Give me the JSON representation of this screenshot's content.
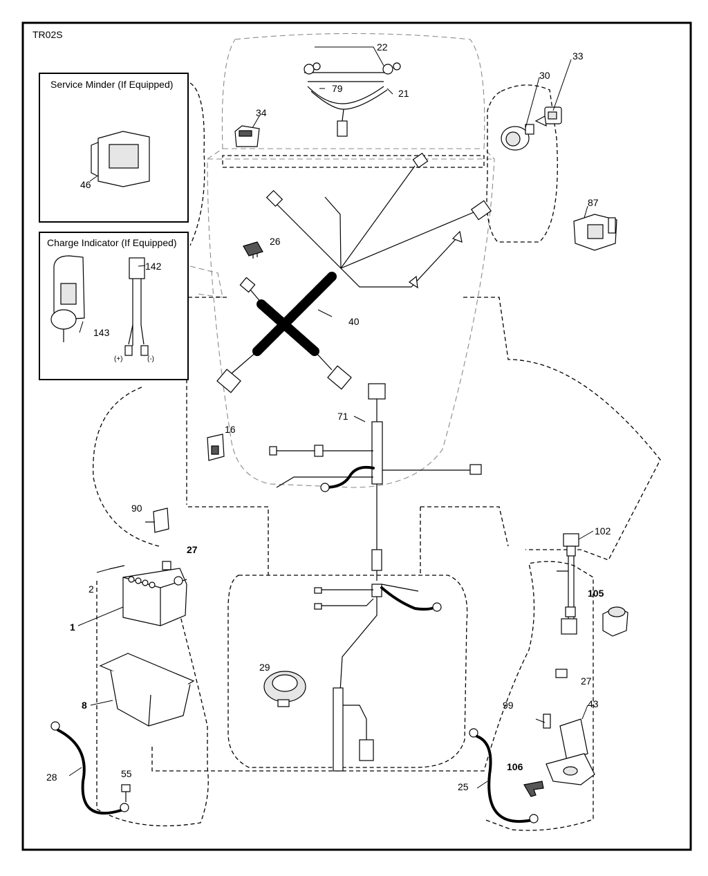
{
  "diagram_code": "TR02S",
  "boxes": {
    "service_minder": "Service Minder (If Equipped)",
    "charge_indicator": "Charge Indicator (If Equipped)"
  },
  "polarity": {
    "positive": "(+)",
    "negative": "(-)"
  },
  "callouts": {
    "p1": "1",
    "p2": "2",
    "p8": "8",
    "p16": "16",
    "p21": "21",
    "p22": "22",
    "p25": "25",
    "p26": "26",
    "p27a": "27",
    "p27b": "27",
    "p28": "28",
    "p29": "29",
    "p30": "30",
    "p33": "33",
    "p34": "34",
    "p40": "40",
    "p43": "43",
    "p46": "46",
    "p55": "55",
    "p71": "71",
    "p79": "79",
    "p87": "87",
    "p90": "90",
    "p99": "99",
    "p102": "102",
    "p105": "105",
    "p106": "106",
    "p142": "142",
    "p143": "143"
  }
}
